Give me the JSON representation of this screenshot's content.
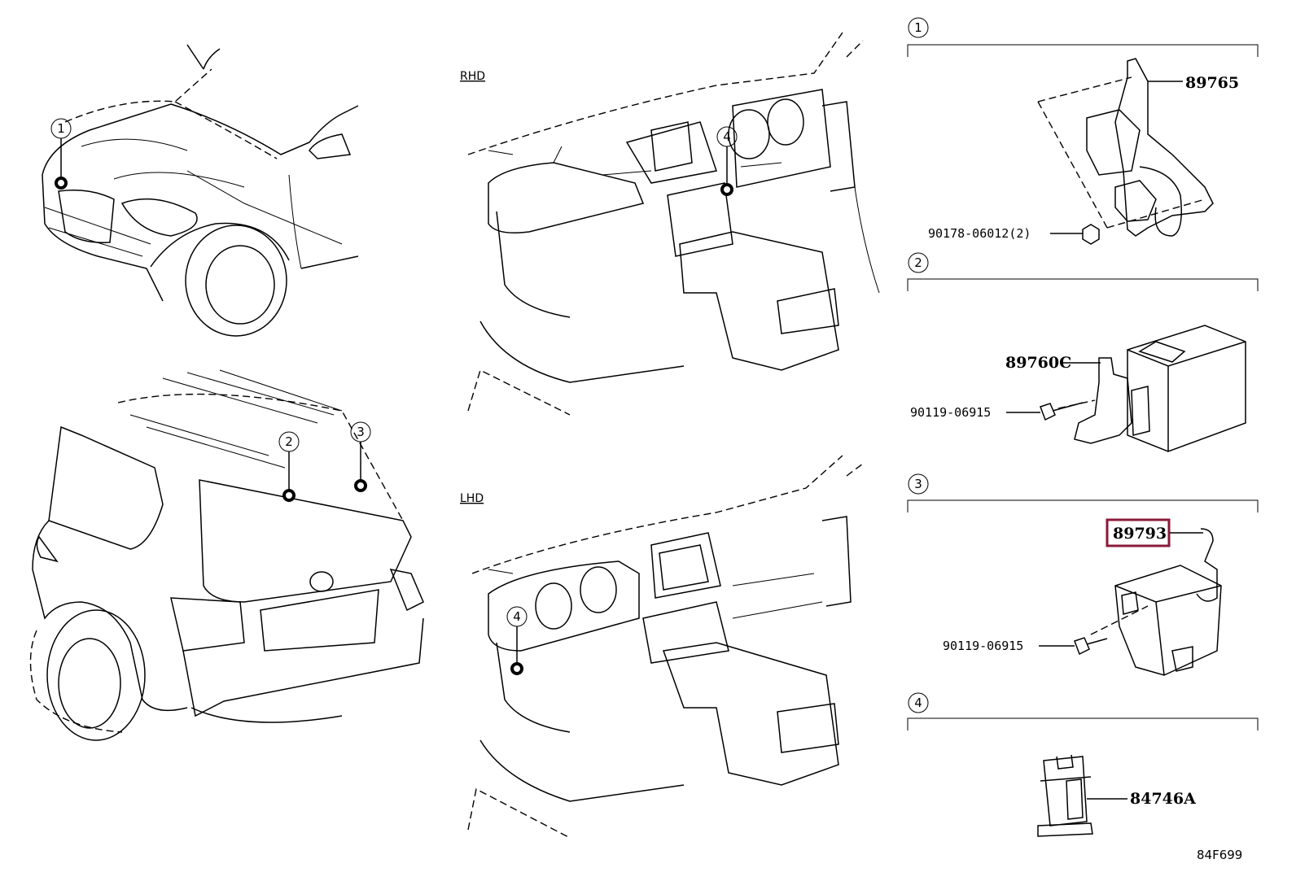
{
  "view_labels": {
    "rhd": "RHD",
    "lhd": "LHD"
  },
  "callouts": [
    "1",
    "2",
    "3",
    "4"
  ],
  "sections": [
    {
      "number": "1",
      "parts": [
        {
          "label": "89765"
        },
        {
          "label": "90178-06012(2)"
        }
      ]
    },
    {
      "number": "2",
      "parts": [
        {
          "label": "89760C"
        },
        {
          "label": "90119-06915"
        }
      ]
    },
    {
      "number": "3",
      "parts": [
        {
          "label": "89793",
          "highlighted": true
        },
        {
          "label": "90119-06915"
        }
      ]
    },
    {
      "number": "4",
      "parts": [
        {
          "label": "84746A"
        }
      ]
    }
  ],
  "diagram_code": "84F699",
  "colors": {
    "highlight": "#8b1a3a",
    "line": "#000000",
    "background": "#ffffff"
  }
}
